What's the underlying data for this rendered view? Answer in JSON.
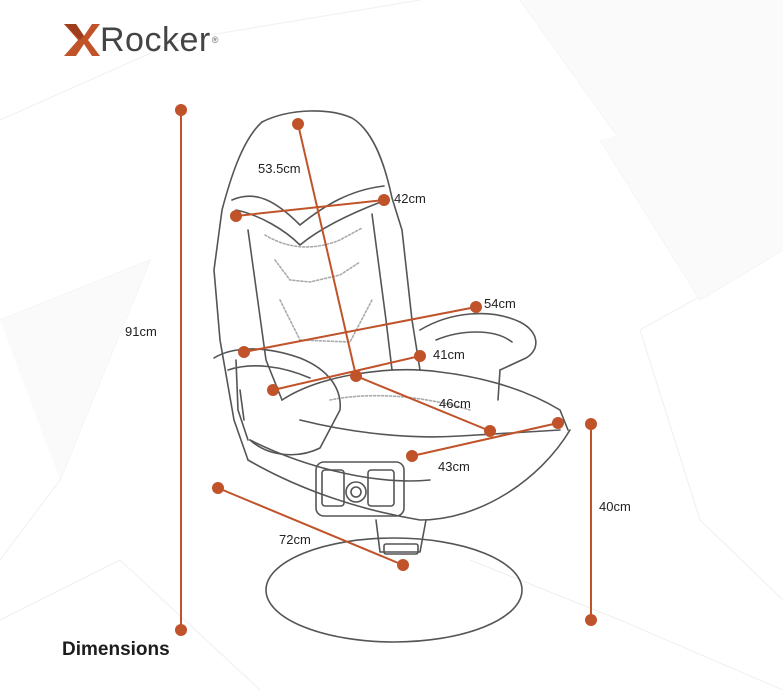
{
  "brand": {
    "logo_text": "Rocker",
    "registered_mark": "®",
    "logo_icon": "x-logo-icon"
  },
  "colors": {
    "accent": "#c0532a",
    "line": "#555555",
    "text": "#222222"
  },
  "dimensions": {
    "total_height": "91cm",
    "backrest_height": "53.5cm",
    "headrest_width": "42cm",
    "armrest_width": "54cm",
    "inner_width": "41cm",
    "seat_depth": "46cm",
    "base_width": "43cm",
    "base_length": "72cm",
    "seat_height": "40cm"
  },
  "caption": "Dimensions"
}
